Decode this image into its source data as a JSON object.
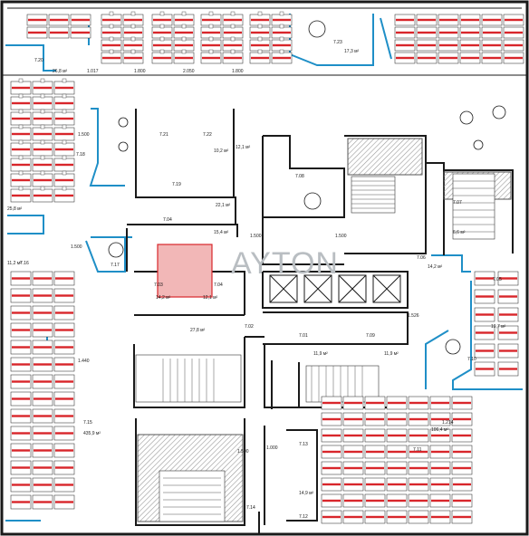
{
  "watermark": "AYTON",
  "colors": {
    "wall": "#1a1a1a",
    "glass": "#1f8fc7",
    "desk": "#d8262b",
    "stairs": "#8f8f8f",
    "highlight": "#f2b7b7",
    "watermark": "#b9bec2"
  },
  "rooms": [
    {
      "id": "7.20",
      "label": "7.20"
    },
    {
      "id": "7.23",
      "label": "7.23"
    },
    {
      "id": "7.21",
      "label": "7.21"
    },
    {
      "id": "7.22",
      "label": "7.22"
    },
    {
      "id": "7.19",
      "label": "7.19"
    },
    {
      "id": "7.18",
      "label": "7.18"
    },
    {
      "id": "7.08",
      "label": "7.08"
    },
    {
      "id": "7.07",
      "label": "7.07"
    },
    {
      "id": "7.04a",
      "label": "7.04"
    },
    {
      "id": "7.03",
      "label": "7.03"
    },
    {
      "id": "7.04b",
      "label": "7.04"
    },
    {
      "id": "7.17",
      "label": "7.17"
    },
    {
      "id": "7.16",
      "label": "7.16"
    },
    {
      "id": "7.15",
      "label": "7.15"
    },
    {
      "id": "7.01",
      "label": "7.01"
    },
    {
      "id": "7.09",
      "label": "7.09"
    },
    {
      "id": "7.06",
      "label": "7.06"
    },
    {
      "id": "7.05",
      "label": "7.05"
    },
    {
      "id": "7.10",
      "label": "7.10"
    },
    {
      "id": "7.02",
      "label": "7.02"
    },
    {
      "id": "7.13",
      "label": "7.13"
    },
    {
      "id": "7.11",
      "label": "7.11"
    },
    {
      "id": "7.14",
      "label": "7.14"
    },
    {
      "id": "7.12",
      "label": "7.12"
    }
  ],
  "areas": [
    {
      "id": "a1",
      "text": "26,8 м²"
    },
    {
      "id": "a2",
      "text": "17,3 м²"
    },
    {
      "id": "a3",
      "text": "10,2 м²"
    },
    {
      "id": "a4",
      "text": "12,1 м²"
    },
    {
      "id": "a5",
      "text": "22,1 м²"
    },
    {
      "id": "a6",
      "text": "25,8 м²"
    },
    {
      "id": "a7",
      "text": "11,2 м²"
    },
    {
      "id": "a8",
      "text": "15,4 м²"
    },
    {
      "id": "a9",
      "text": "14,2 м²"
    },
    {
      "id": "a10",
      "text": "12,1 м²"
    },
    {
      "id": "a11",
      "text": "27,8 м²"
    },
    {
      "id": "a12",
      "text": "11,9 м²"
    },
    {
      "id": "a13",
      "text": "11,9 м²"
    },
    {
      "id": "a14",
      "text": "14,2 м²"
    },
    {
      "id": "a15",
      "text": "6,6 м²"
    },
    {
      "id": "a16",
      "text": "19,7 м²"
    },
    {
      "id": "a17",
      "text": "435,9 м²"
    },
    {
      "id": "a18",
      "text": "106,4 м²"
    },
    {
      "id": "a19",
      "text": "14,9 м²"
    }
  ],
  "dimensions": [
    {
      "id": "d1",
      "text": "1.017"
    },
    {
      "id": "d2",
      "text": "1.800"
    },
    {
      "id": "d3",
      "text": "2.050"
    },
    {
      "id": "d4",
      "text": "1.800"
    },
    {
      "id": "d5",
      "text": "1.500"
    },
    {
      "id": "d6",
      "text": "1.500"
    },
    {
      "id": "d7",
      "text": "1.500"
    },
    {
      "id": "d8",
      "text": "1.500"
    },
    {
      "id": "d9",
      "text": "1.440"
    },
    {
      "id": "d10",
      "text": "1.526"
    },
    {
      "id": "d11",
      "text": "1.000"
    },
    {
      "id": "d12",
      "text": "1.214"
    },
    {
      "id": "d13",
      "text": "1.500"
    }
  ]
}
